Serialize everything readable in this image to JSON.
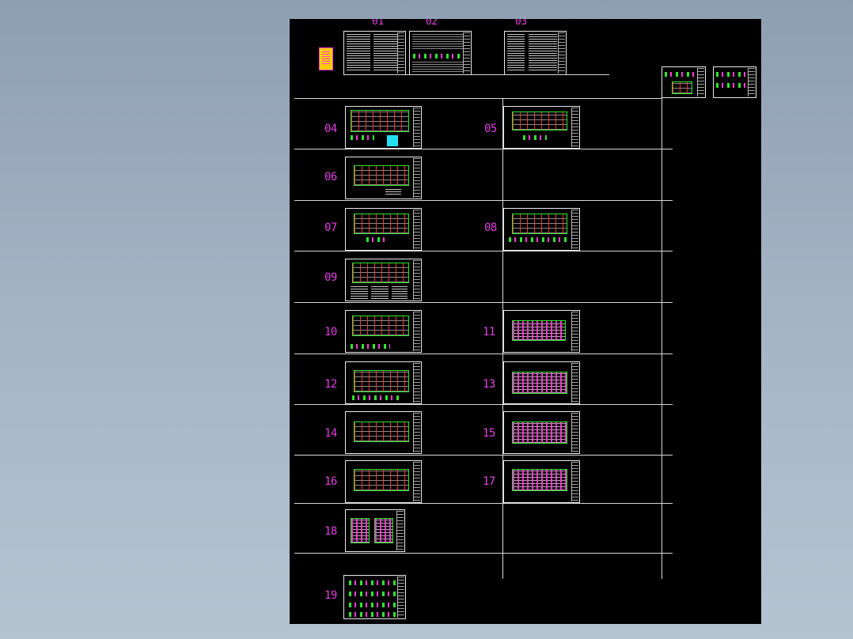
{
  "drawing": {
    "top_labels": [
      "01",
      "02",
      "03"
    ],
    "rows": [
      {
        "left": "04",
        "right": "05"
      },
      {
        "left": "06",
        "right": ""
      },
      {
        "left": "07",
        "right": "08"
      },
      {
        "left": "09",
        "right": ""
      },
      {
        "left": "10",
        "right": "11"
      },
      {
        "left": "12",
        "right": "13"
      },
      {
        "left": "14",
        "right": "15"
      },
      {
        "left": "16",
        "right": "17"
      },
      {
        "left": "18",
        "right": ""
      },
      {
        "left": "19",
        "right": ""
      }
    ]
  },
  "colors": {
    "canvas": "#000000",
    "viewport": "#9aaabd",
    "label": "#e040e0",
    "sheet_border": "#e8e8e8",
    "plan_outline": "#2ee62e"
  },
  "icons": [
    "cover-sheet-icon"
  ]
}
